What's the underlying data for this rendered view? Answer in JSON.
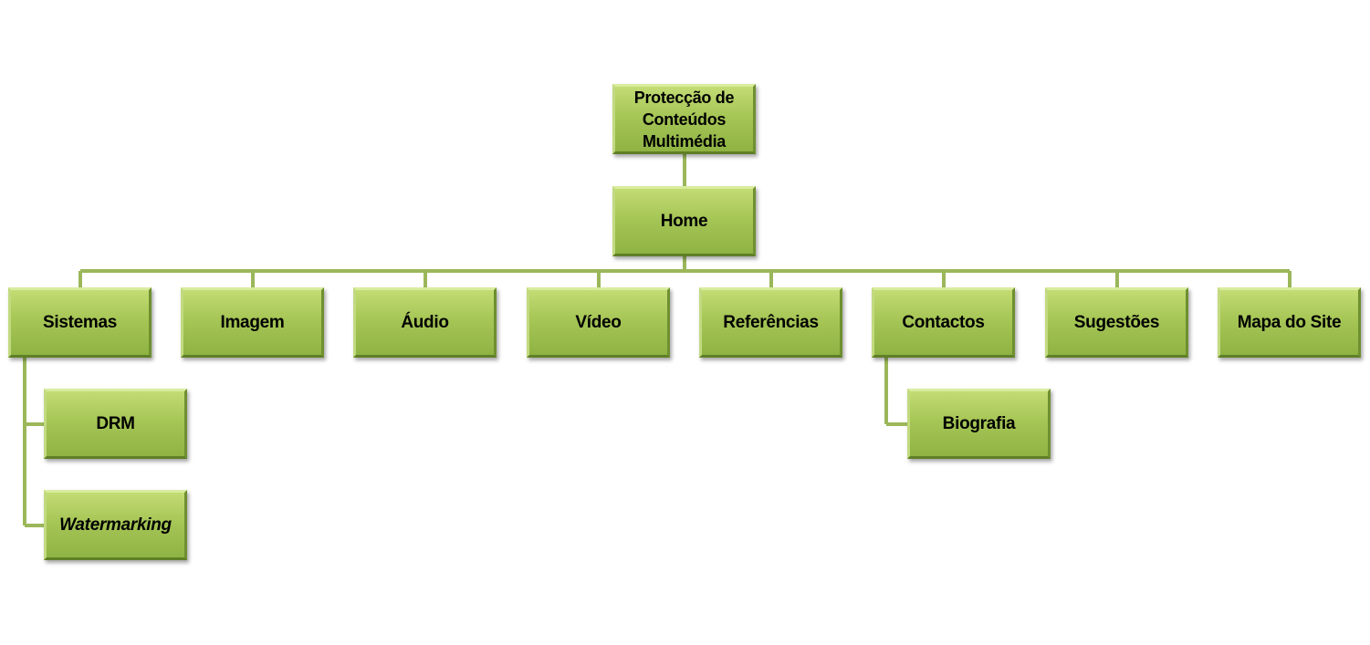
{
  "diagram": {
    "root": "Protecção de Conteúdos Multimédia",
    "home": "Home",
    "sections": [
      "Sistemas",
      "Imagem",
      "Áudio",
      "Vídeo",
      "Referências",
      "Contactos",
      "Sugestões",
      "Mapa do Site"
    ],
    "sistemas_children": [
      "DRM",
      "Watermarking"
    ],
    "contactos_children": [
      "Biografia"
    ]
  },
  "colors": {
    "box_fill": "#a6c656",
    "connector": "#9bb75a"
  }
}
